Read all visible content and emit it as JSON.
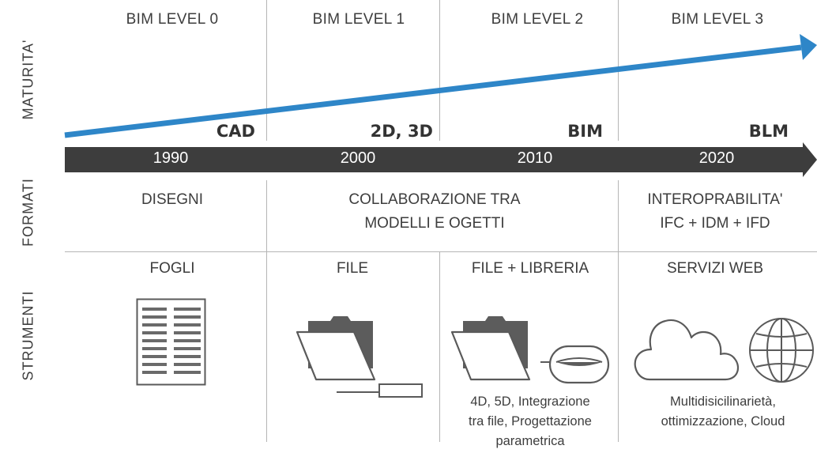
{
  "row_labels": {
    "maturity": "MATURITA'",
    "formats": "FORMATI",
    "tools": "STRUMENTI"
  },
  "levels": [
    "BIM LEVEL 0",
    "BIM LEVEL 1",
    "BIM LEVEL 2",
    "BIM LEVEL 3"
  ],
  "eras": [
    "CAD",
    "2D, 3D",
    "BIM",
    "BLM"
  ],
  "years": [
    "1990",
    "2000",
    "2010",
    "2020"
  ],
  "formats": {
    "level0": "DISEGNI",
    "level1_2": "COLLABORAZIONE TRA\nMODELLI E OGETTI",
    "level3": "INTEROPRABILITA'\nIFC + IDM + IFD"
  },
  "tools": {
    "level0": "FOGLI",
    "level1": "FILE",
    "level2": "FILE + LIBRERIA",
    "level3": "SERVIZI WEB"
  },
  "tool_descriptions": {
    "level2": "4D, 5D, Integrazione\ntra file, Progettazione\nparametrica",
    "level3": "Multidisicilinarietà,\nottimizzazione, Cloud"
  },
  "icons": {
    "sheet": "spreadsheet-icon",
    "folder": "folder-icon",
    "usb": "usb-drive-icon",
    "database": "database-icon",
    "cloud": "cloud-icon",
    "globe": "globe-icon"
  },
  "colors": {
    "maturity_arrow": "#2e86c8",
    "timeline_arrow": "#3d3d3d",
    "divider": "#b5b5b5"
  }
}
